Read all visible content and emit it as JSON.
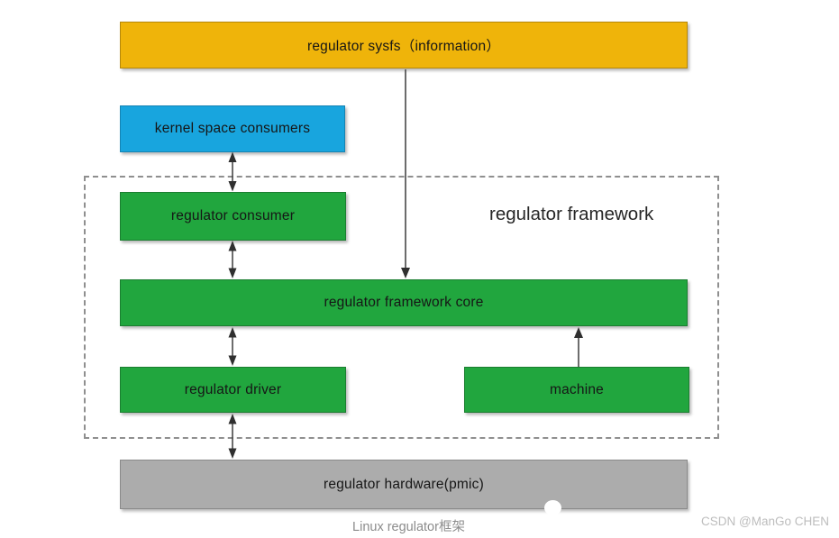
{
  "diagram": {
    "caption": "Linux regulator框架",
    "watermark": "CSDN @ManGo CHEN",
    "framework_label": "regulator framework",
    "colors": {
      "gold": "#EFB40A",
      "blue": "#18A5DE",
      "green": "#21A63E",
      "gray": "#ACACAC",
      "arrow": "#3C3C3C",
      "dashed_border": "#8F8F8F"
    },
    "nodes": {
      "sysfs": {
        "label": "regulator sysfs（information）",
        "color": "#EFB40A"
      },
      "kernel_consumers": {
        "label": "kernel space consumers",
        "color": "#18A5DE"
      },
      "consumer": {
        "label": "regulator consumer",
        "color": "#21A63E"
      },
      "core": {
        "label": "regulator framework core",
        "color": "#21A63E"
      },
      "driver": {
        "label": "regulator driver",
        "color": "#21A63E"
      },
      "machine": {
        "label": "machine",
        "color": "#21A63E"
      },
      "hardware": {
        "label": "regulator hardware(pmic)",
        "color": "#ACACAC"
      }
    },
    "edges": [
      {
        "from": "kernel_consumers",
        "to": "consumer",
        "style": "bidirectional"
      },
      {
        "from": "consumer",
        "to": "core",
        "style": "bidirectional"
      },
      {
        "from": "sysfs",
        "to": "core",
        "style": "one-way-down"
      },
      {
        "from": "core",
        "to": "driver",
        "style": "bidirectional"
      },
      {
        "from": "machine",
        "to": "core",
        "style": "one-way-up"
      },
      {
        "from": "driver",
        "to": "hardware",
        "style": "bidirectional"
      }
    ]
  }
}
